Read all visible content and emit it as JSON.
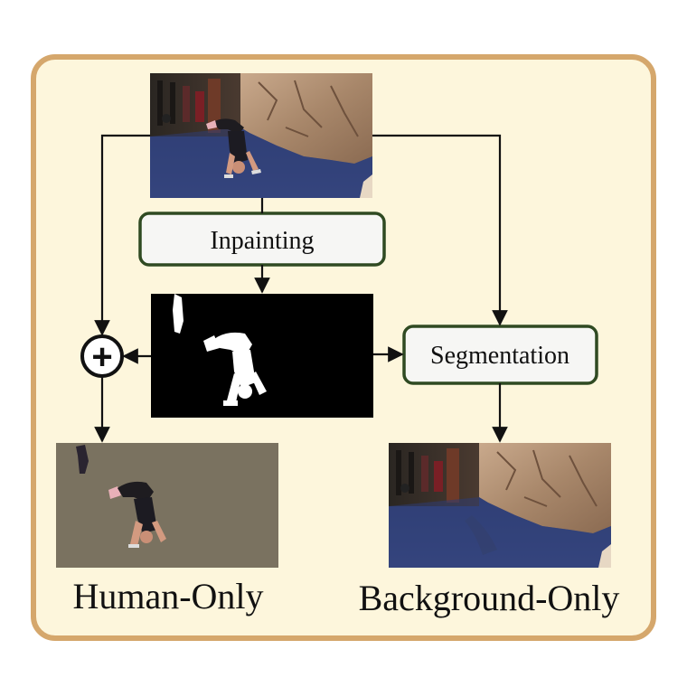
{
  "colors": {
    "panel_fill": "#fdf6dc",
    "panel_border": "#d5a76c",
    "box_fill": "#f6f6f4",
    "box_border": "#2f4a22",
    "arrow": "#111111",
    "mask_bg": "#000000",
    "mask_fg": "#ffffff",
    "human_only_bg": "#7a7260"
  },
  "nodes": {
    "input_frame": {
      "description_icon": "handstand-video-frame"
    },
    "inpainting": {
      "label": "Inpainting"
    },
    "mask_frame": {
      "description_icon": "human-mask-silhouette"
    },
    "segmentation": {
      "label": "Segmentation"
    },
    "combine": {
      "symbol": "+"
    },
    "human_only": {
      "caption": "Human-Only"
    },
    "background_only": {
      "caption": "Background-Only"
    }
  }
}
